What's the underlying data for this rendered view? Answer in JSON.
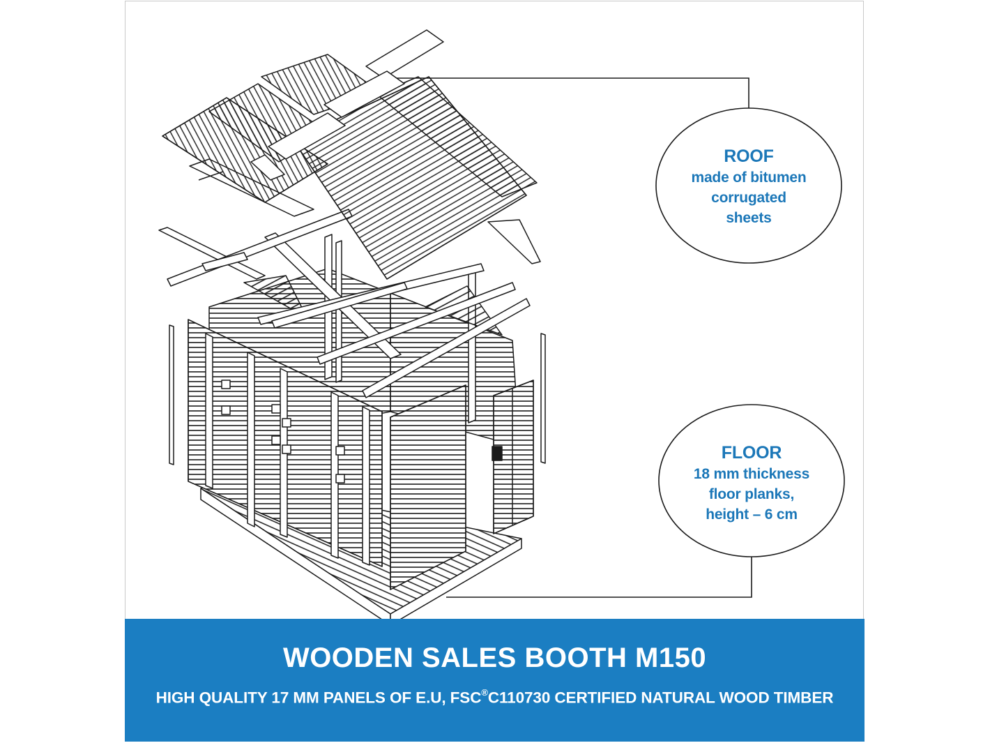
{
  "callouts": {
    "roof": {
      "title": "ROOF",
      "lines": [
        "made of bitumen",
        "corrugated",
        "sheets"
      ]
    },
    "floor": {
      "title": "FLOOR",
      "lines": [
        "18 mm thickness",
        "floor planks,",
        "height – 6 cm"
      ]
    }
  },
  "banner": {
    "title": "WOODEN SALES BOOTH M150",
    "subtitle_before": "HIGH QUALITY 17 MM PANELS OF E.U, FSC",
    "subtitle_mark": "®",
    "subtitle_after": "C110730 CERTIFIED NATURAL WOOD TIMBER"
  },
  "colors": {
    "accent": "#1b7ec2",
    "callout_text": "#1b77b8",
    "line": "#1a1a1a"
  }
}
